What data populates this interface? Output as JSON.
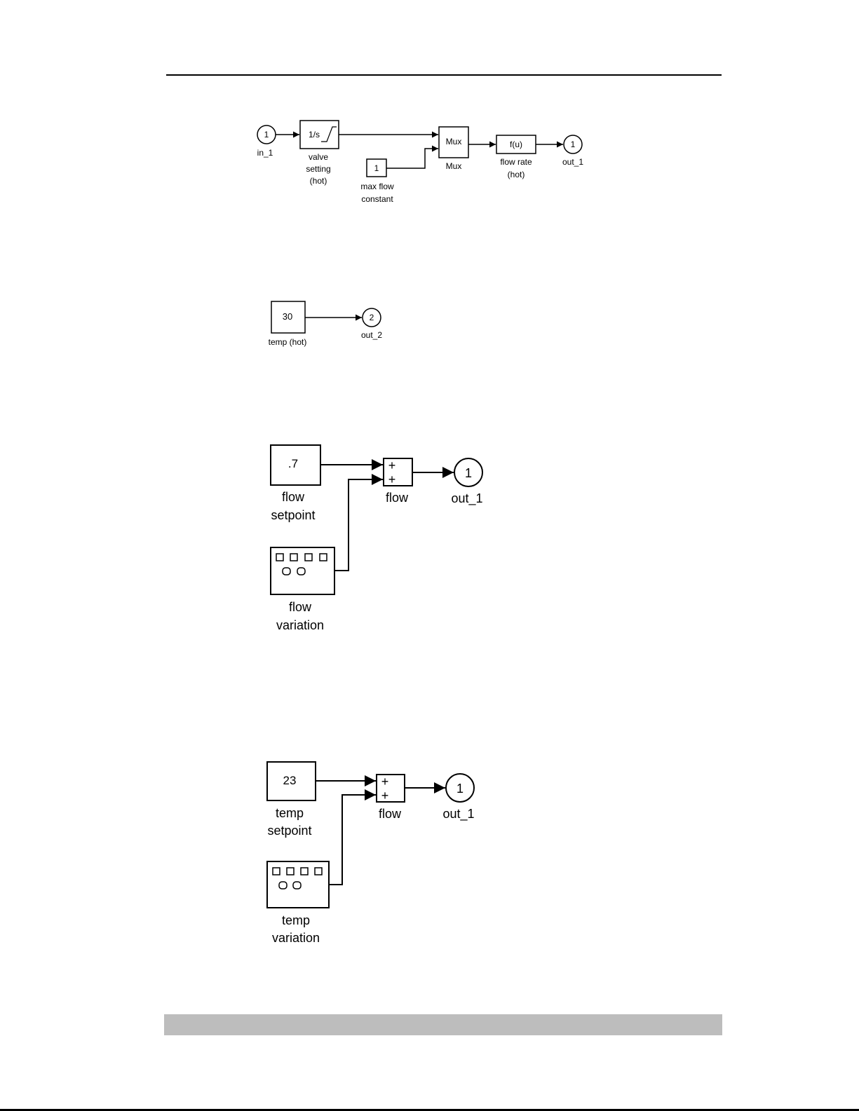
{
  "diagram1": {
    "in_port": {
      "number": "1",
      "label": "in_1"
    },
    "integrator": {
      "text": "1/s",
      "label_lines": [
        "valve",
        "setting",
        "(hot)"
      ]
    },
    "constant": {
      "value": "1",
      "label_lines": [
        "max flow",
        "constant"
      ]
    },
    "mux": {
      "text": "Mux",
      "label": "Mux"
    },
    "fcn": {
      "text": "f(u)",
      "label_lines": [
        "flow rate",
        "(hot)"
      ]
    },
    "out_port": {
      "number": "1",
      "label": "out_1"
    }
  },
  "diagram2": {
    "constant": {
      "value": "30",
      "label": "temp (hot)"
    },
    "out_port": {
      "number": "2",
      "label": "out_2"
    }
  },
  "diagram3": {
    "constant": {
      "value": ".7",
      "label_lines": [
        "flow",
        "setpoint"
      ]
    },
    "sum": {
      "signs": [
        "+",
        "+"
      ],
      "label": "flow"
    },
    "out_port": {
      "number": "1",
      "label": "out_1"
    },
    "signal_builder": {
      "label_lines": [
        "flow",
        "variation"
      ]
    }
  },
  "diagram4": {
    "constant": {
      "value": "23",
      "label_lines": [
        "temp",
        "setpoint"
      ]
    },
    "sum": {
      "signs": [
        "+",
        "+"
      ],
      "label": "flow"
    },
    "out_port": {
      "number": "1",
      "label": "out_1"
    },
    "signal_builder": {
      "label_lines": [
        "temp",
        "variation"
      ]
    }
  }
}
